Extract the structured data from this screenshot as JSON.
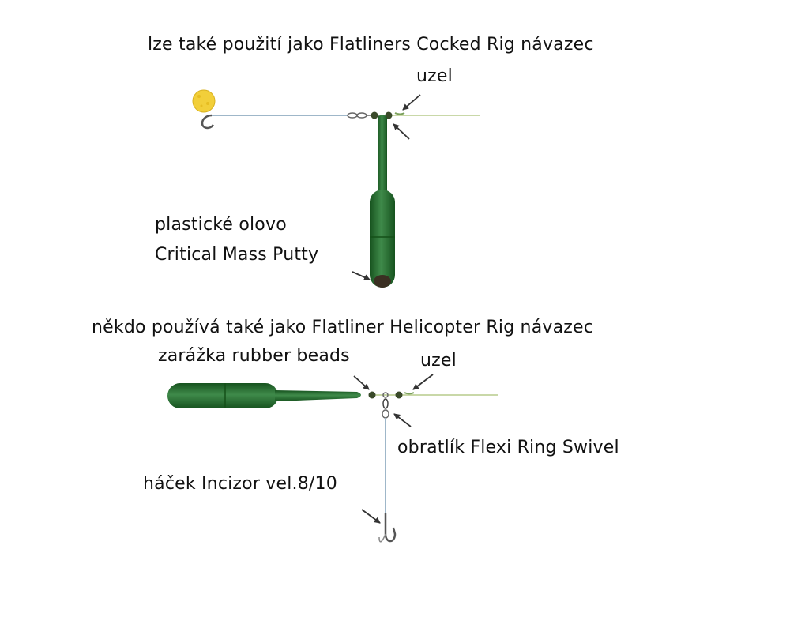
{
  "colors": {
    "lead": "#1f6b2f",
    "lead_dark": "#17531f",
    "lead_highlight": "#3f8a4a",
    "lead_tip": "#3a2f22",
    "line": "#9fb7c9",
    "line_light": "#c9d8a8",
    "bead": "#3a4a2a",
    "boilie": "#f2cf3a",
    "hook": "#555555",
    "arrow": "#333333",
    "text": "#111111"
  },
  "icons": {
    "lead_weight": "lead-weight-icon",
    "hook": "hook-icon",
    "boilie": "boilie-icon",
    "bead": "bead-icon",
    "swivel": "swivel-icon",
    "arrow": "arrow-icon"
  },
  "diagram_top": {
    "title": "lze také použití jako Flatliners Cocked Rig návazec",
    "knot_label": "uzel",
    "lead_label_line1": "plastické olovo",
    "lead_label_line2": "Critical Mass Putty"
  },
  "diagram_bottom": {
    "title": "někdo používá také jako Flatliner Helicopter Rig návazec",
    "beads_label": "zarážka rubber beads",
    "knot_label": "uzel",
    "swivel_label": "obratlík Flexi Ring Swivel",
    "hook_label": "háček Incizor vel.8/10"
  }
}
